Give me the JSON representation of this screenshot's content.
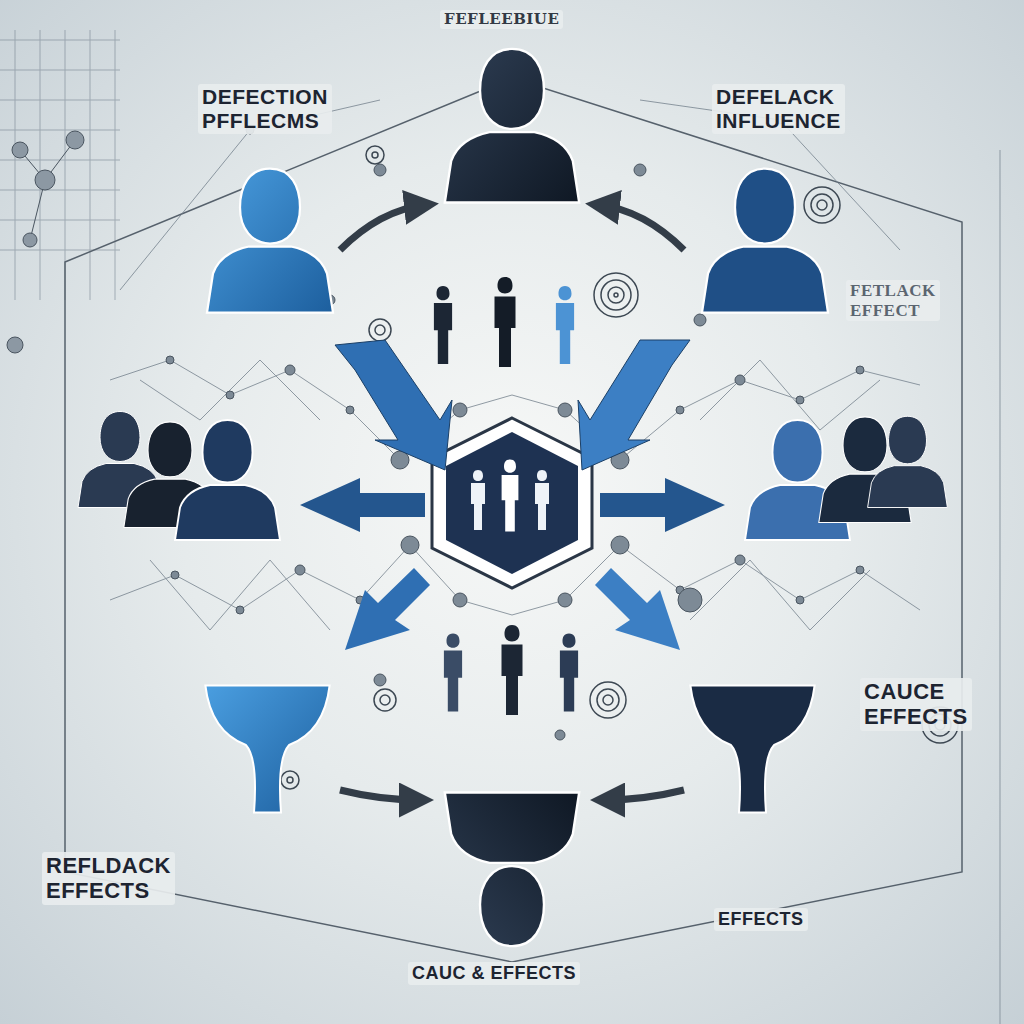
{
  "diagram": {
    "title": "FEFLEEBIUE",
    "labels": [
      "DEFECTION PFFLECMS",
      "DEFELACK INFLUENCE",
      "FETLACK EFFECT",
      "CAUCE EFFECTS",
      "REFLDACK EFFECTS",
      "EFFECTS",
      "CAUC & EFFECTS"
    ]
  }
}
